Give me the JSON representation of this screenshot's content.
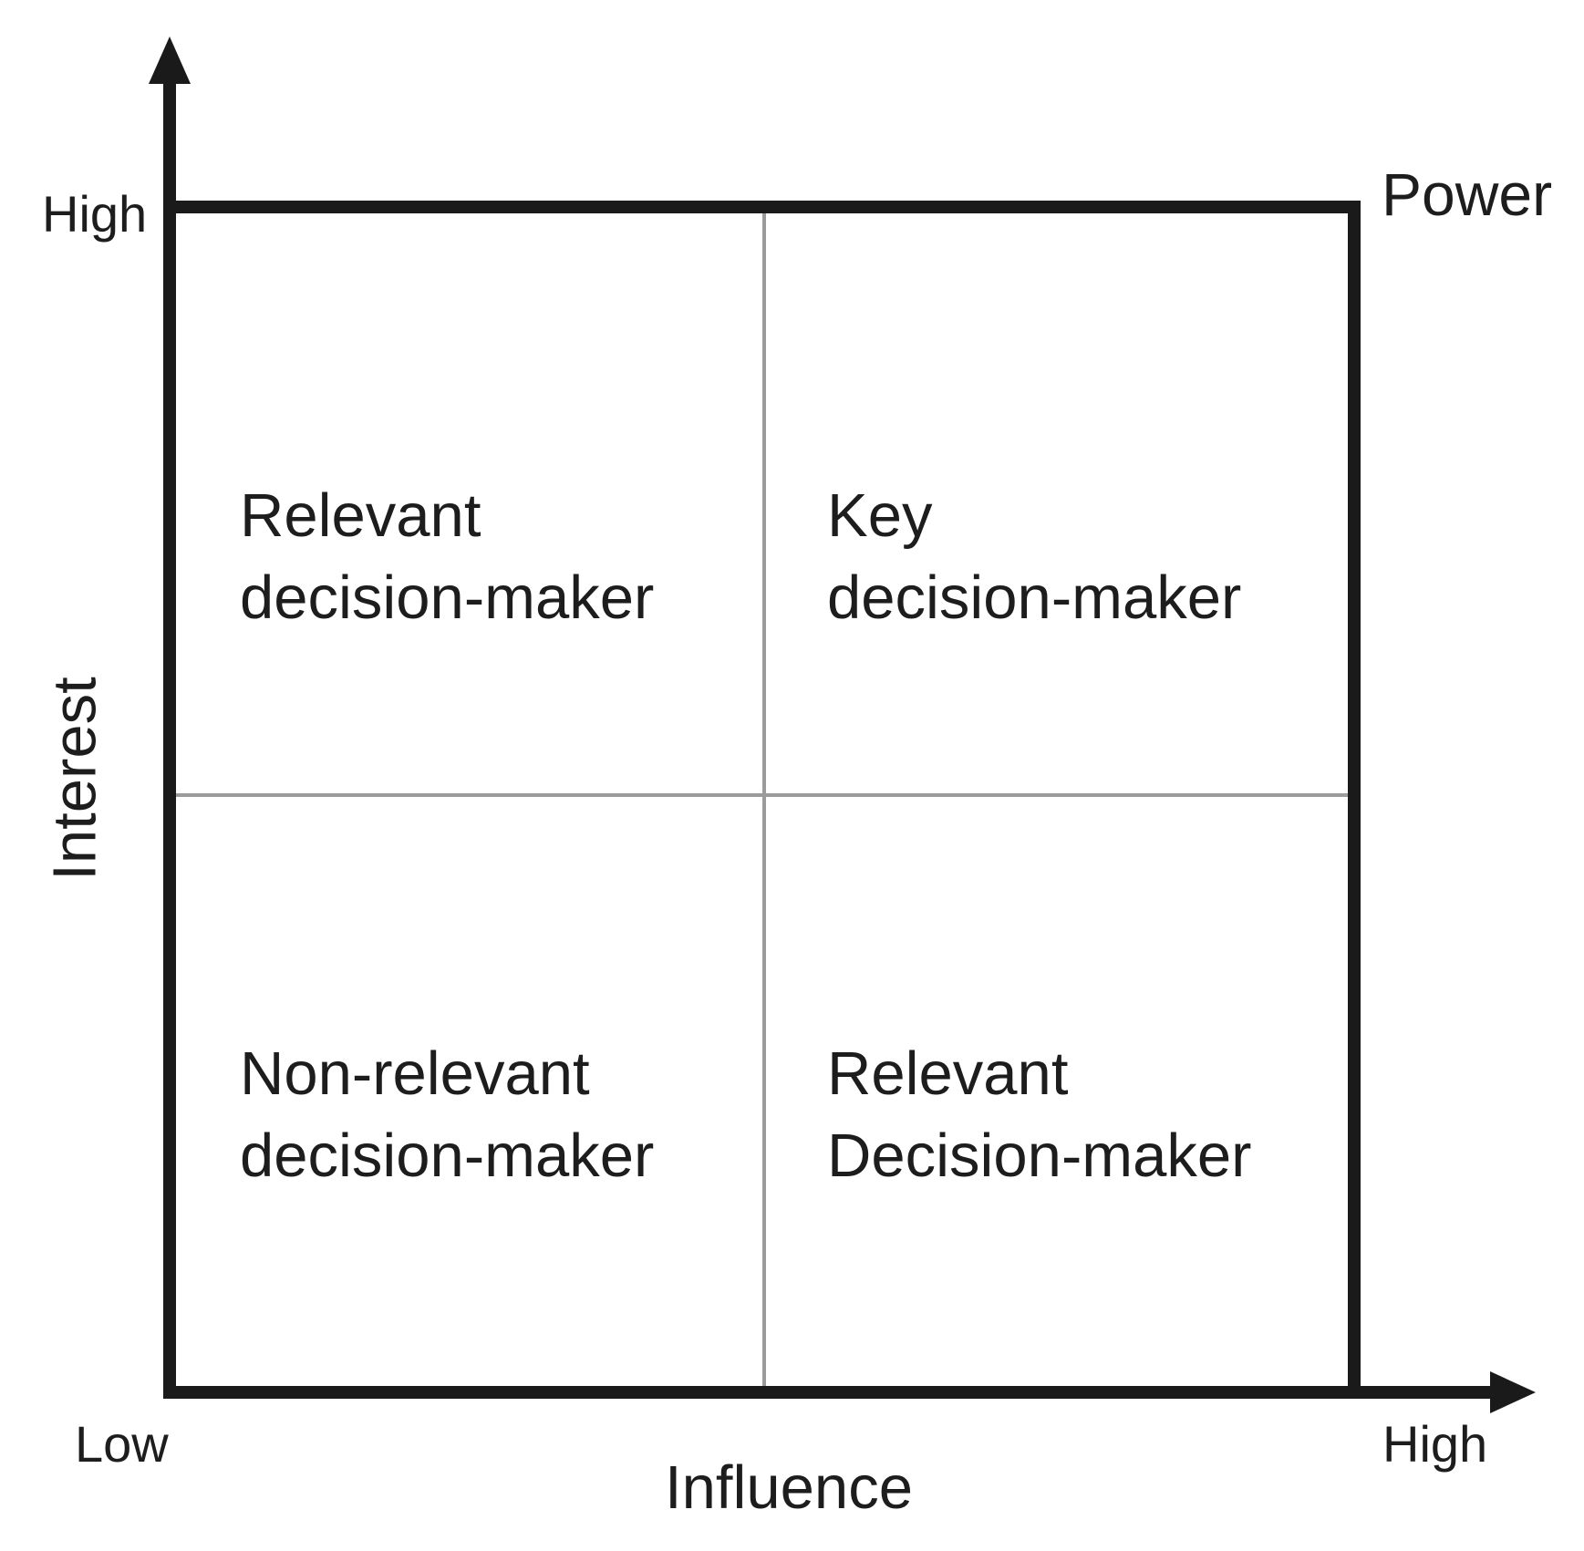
{
  "matrix": {
    "power_label": "Power",
    "y_axis": {
      "label": "Interest",
      "high_label": "High"
    },
    "x_axis": {
      "label": "Influence",
      "low_label": "Low",
      "high_label": "High"
    },
    "quadrants": {
      "top_left": {
        "line1": "Relevant",
        "line2": "decision-maker"
      },
      "top_right": {
        "line1": "Key",
        "line2": "decision-maker"
      },
      "bottom_left": {
        "line1": "Non-relevant",
        "line2": "decision-maker"
      },
      "bottom_right": {
        "line1": "Relevant",
        "line2": "Decision-maker"
      }
    },
    "colors": {
      "line": "#1a1a1a",
      "divider": "#9b9b9b",
      "background": "#ffffff",
      "text": "#1d1d1d"
    }
  }
}
